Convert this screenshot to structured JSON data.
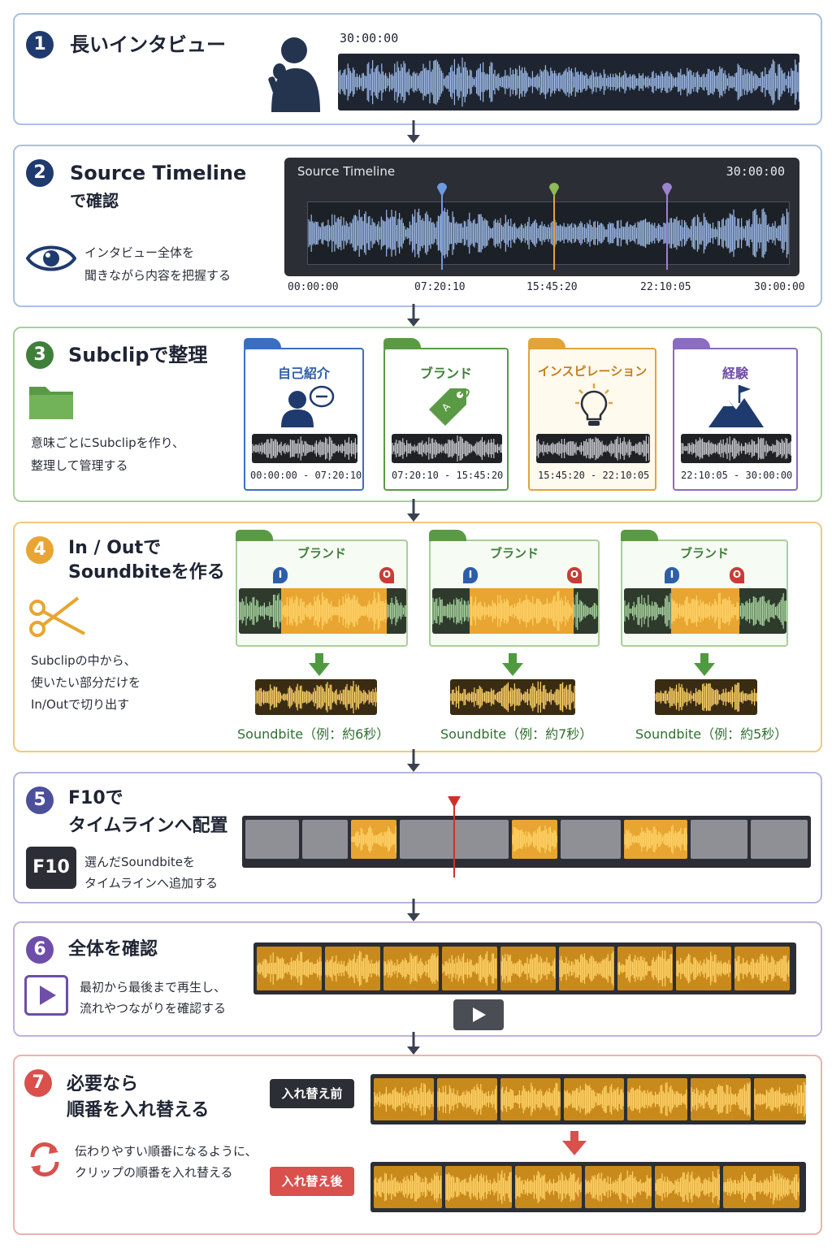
{
  "steps": [
    {
      "num": "1",
      "title": "長いインタビュー",
      "timecode": "30:00:00",
      "color": "#1f3a6e"
    },
    {
      "num": "2",
      "title_line1": "Source Timeline",
      "title_line2": "で確認",
      "desc_line1": "インタビュー全体を",
      "desc_line2": "聞きながら内容を把握する",
      "color": "#1f3a6e",
      "panel_title": "Source Timeline",
      "panel_duration": "30:00:00",
      "ruler": [
        "00:00:00",
        "07:20:10",
        "15:45:20",
        "22:10:05",
        "30:00:00"
      ]
    },
    {
      "num": "3",
      "title": "Subclipで整理",
      "desc_line1": "意味ごとにSubclipを作り、",
      "desc_line2": "整理して管理する",
      "color": "#3f7f3a",
      "folders": [
        {
          "label": "自己紹介",
          "range": "00:00:00 - 07:20:10",
          "color": "#3a6fc0",
          "icon": "person-speech-icon"
        },
        {
          "label": "ブランド",
          "range": "07:20:10 - 15:45:20",
          "color": "#5a9a45",
          "icon": "price-tag-icon"
        },
        {
          "label": "インスピレーション",
          "range": "15:45:20 - 22:10:05",
          "color": "#e3a33a",
          "icon": "lightbulb-icon"
        },
        {
          "label": "経験",
          "range": "22:10:05 - 30:00:00",
          "color": "#8a6cc0",
          "icon": "mountain-flag-icon"
        }
      ]
    },
    {
      "num": "4",
      "title_line1": "In / Outで",
      "title_line2": "Soundbiteを作る",
      "desc_line1": "Subclipの中から、",
      "desc_line2": "使いたい部分だけを",
      "desc_line3": "In/Outで切り出す",
      "color": "#e8a531",
      "folders": [
        {
          "label": "ブランド",
          "in": "I",
          "out": "O",
          "soundbite": "Soundbite（例：約6秒）"
        },
        {
          "label": "ブランド",
          "in": "I",
          "out": "O",
          "soundbite": "Soundbite（例：約7秒）"
        },
        {
          "label": "ブランド",
          "in": "I",
          "out": "O",
          "soundbite": "Soundbite（例：約5秒）"
        }
      ]
    },
    {
      "num": "5",
      "title_line1": "F10で",
      "title_line2": "タイムラインへ配置",
      "key": "F10",
      "desc_line1": "選んだSoundbiteを",
      "desc_line2": "タイムラインへ追加する",
      "color": "#4c4f9a"
    },
    {
      "num": "6",
      "title": "全体を確認",
      "desc_line1": "最初から最後まで再生し、",
      "desc_line2": "流れやつながりを確認する",
      "color": "#6e4ea8"
    },
    {
      "num": "7",
      "title_line1": "必要なら",
      "title_line2": "順番を入れ替える",
      "desc_line1": "伝わりやすい順番になるように、",
      "desc_line2": "クリップの順番を入れ替える",
      "before_label": "入れ替え前",
      "after_label": "入れ替え後",
      "color": "#d9504c"
    }
  ],
  "colors": {
    "blue_wave": "#9dbbe8",
    "gold": "#f0a92a",
    "green_wave": "#a8d4a0",
    "gray_clip": "#8e9096"
  }
}
